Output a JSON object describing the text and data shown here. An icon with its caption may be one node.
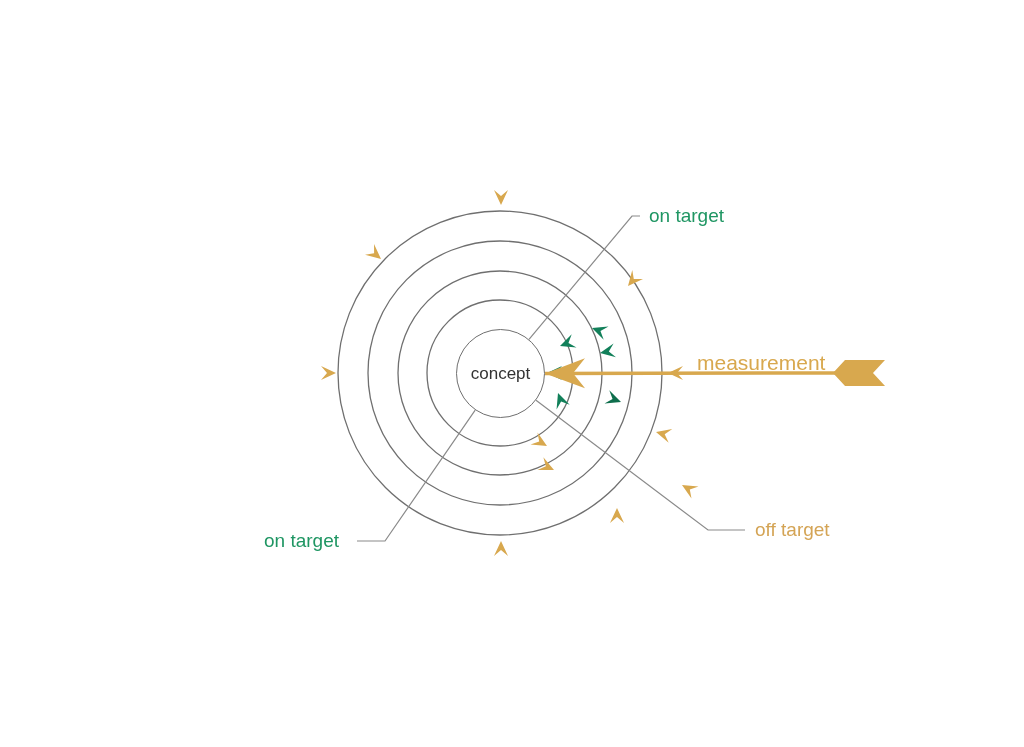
{
  "diagram": {
    "nodes": [
      {
        "text": [
          "concept"
        ]
      },
      {
        "text": [
          "on target"
        ]
      },
      {
        "text": [
          "on target"
        ]
      },
      {
        "text": [
          "off target"
        ]
      }
    ],
    "edges": [
      {
        "from": null,
        "to": 0,
        "arrow": "to",
        "label": "measurement",
        "style": "thick",
        "color": "#d8a84e"
      },
      {
        "from": 1,
        "to": 0,
        "arrow": "none"
      },
      {
        "from": 2,
        "to": 0,
        "arrow": "none"
      },
      {
        "from": 3,
        "to": 0,
        "arrow": "none"
      }
    ]
  }
}
